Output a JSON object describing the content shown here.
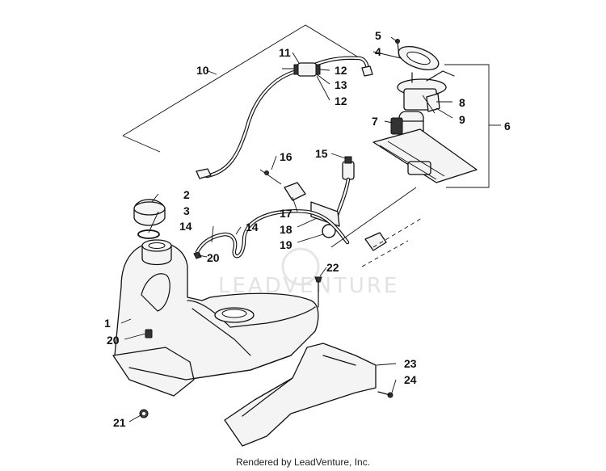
{
  "watermark": "LEADVENTURE",
  "footer": "Rendered by LeadVenture, Inc.",
  "callouts": [
    "1",
    "2",
    "3",
    "4",
    "5",
    "6",
    "7",
    "8",
    "9",
    "10",
    "11",
    "12",
    "13",
    "12",
    "14",
    "14",
    "15",
    "16",
    "17",
    "18",
    "19",
    "20",
    "20",
    "21",
    "22",
    "23",
    "24"
  ]
}
